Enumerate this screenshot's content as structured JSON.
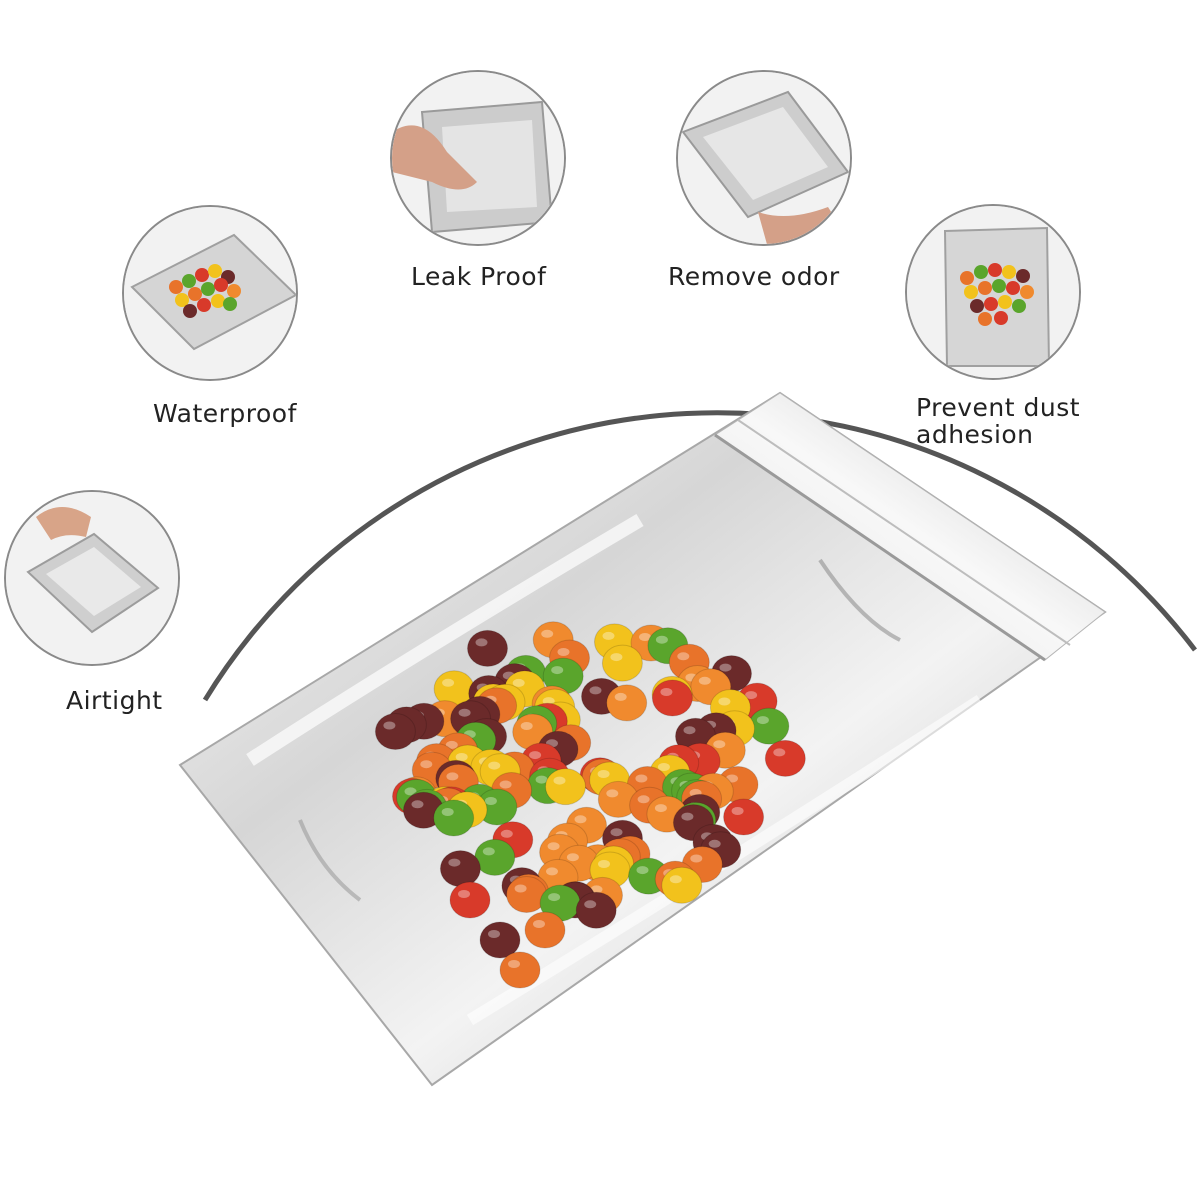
{
  "features": [
    {
      "id": "airtight",
      "label": "Airtight",
      "icon": "hand-opening-bag-icon"
    },
    {
      "id": "waterproof",
      "label": "Waterproof",
      "icon": "bag-with-candy-icon"
    },
    {
      "id": "leak-proof",
      "label": "Leak Proof",
      "icon": "hand-pressing-bag-icon"
    },
    {
      "id": "remove-odor",
      "label": "Remove odor",
      "icon": "silver-bag-icon"
    },
    {
      "id": "prevent-dust",
      "label": "Prevent dust adhesion",
      "icon": "bag-with-candy-icon"
    }
  ],
  "colors": {
    "arc": "#555555",
    "foil_light": "#f2f2f2",
    "foil_mid": "#c9c9c9",
    "foil_dark": "#9c9c9c",
    "candy": [
      "#e8732a",
      "#f2c21c",
      "#d83a2a",
      "#5aa52c",
      "#6b2a2a",
      "#f08a2e"
    ]
  }
}
